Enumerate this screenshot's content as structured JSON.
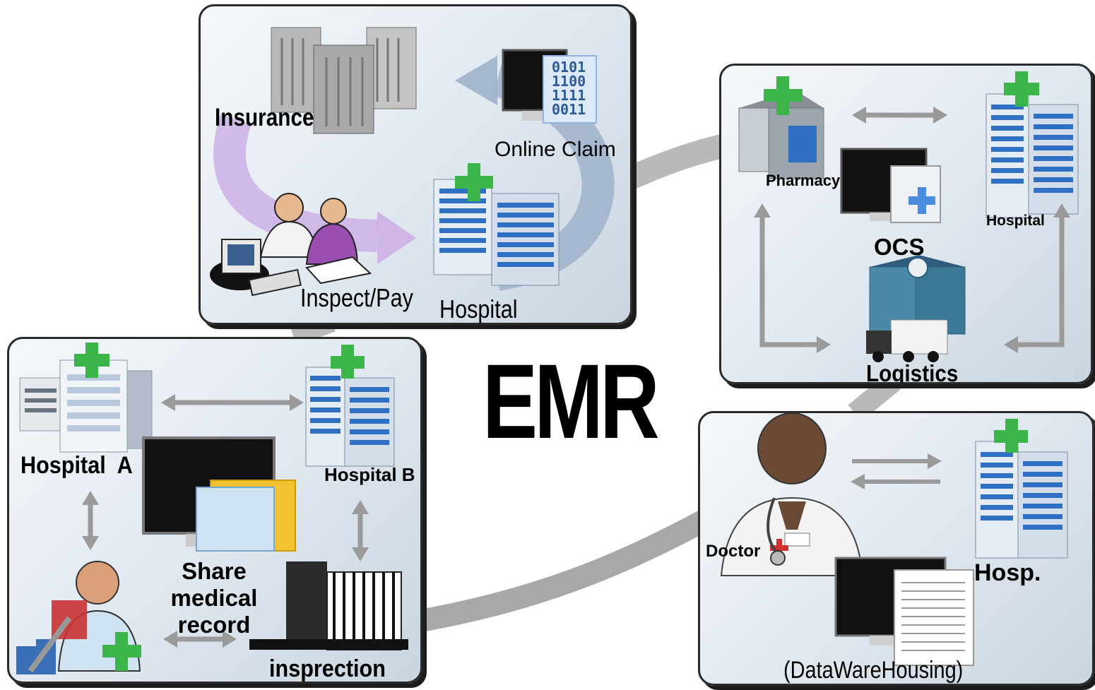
{
  "center_title": "EMR",
  "insurance_panel": {
    "insurance_label": "Insurance",
    "online_claim_label": "Online Claim",
    "inspect_pay_label": "Inspect/Pay",
    "hospital_label": "Hospital",
    "binary_lines": [
      "0101",
      "1100",
      "1111",
      "0011"
    ]
  },
  "pharmacy_panel": {
    "pharmacy_label": "Pharmacy",
    "hospital_label": "Hospital",
    "ocs_label": "OCS",
    "logistics_label": "Logistics"
  },
  "hospital_share_panel": {
    "hospital_a_label": "Hospital  A",
    "hospital_b_label": "Hospital B",
    "share_label_line1": "Share",
    "share_label_line2": "medical",
    "share_label_line3": "record",
    "inspection_label": "insprection"
  },
  "doctor_panel": {
    "doctor_label": "Doctor",
    "hosp_label": "Hosp.",
    "warehouse_label": "(DataWareHousing)"
  },
  "colors": {
    "green_cross": "#3bb54a",
    "building_blue": "#2f6fc4",
    "arrow_gray": "#9a9a9a",
    "purple_arrow": "#c7a3e0",
    "blue_arrow": "#8fa6c4"
  }
}
